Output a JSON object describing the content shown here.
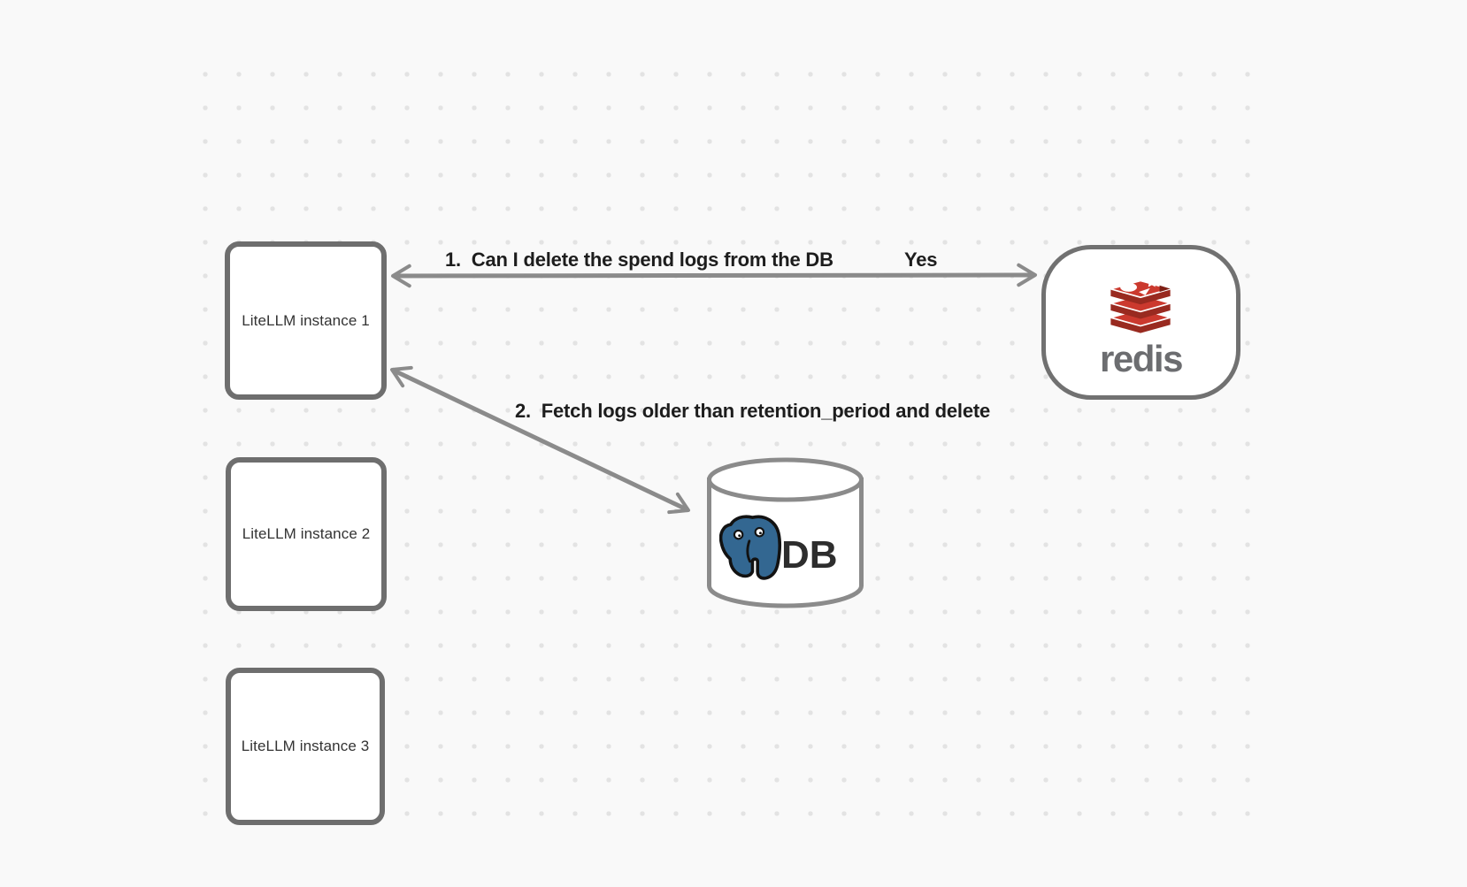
{
  "canvas": {
    "background_color": "#f9f9f9",
    "grid_dot_color": "#e3e3e3"
  },
  "nodes": {
    "instances": [
      {
        "label": "LiteLLM instance 1"
      },
      {
        "label": "LiteLLM instance 2"
      },
      {
        "label": "LiteLLM instance 3"
      }
    ],
    "redis": {
      "label": "redis"
    },
    "db": {
      "label": "DB"
    }
  },
  "edges": {
    "edge1": {
      "label": "1.  Can I delete the spend logs from the DB",
      "response": "Yes",
      "from": "LiteLLM instance 1",
      "to": "redis",
      "arrowheads": "both"
    },
    "edge2": {
      "label": "2.  Fetch logs older than retention_period and delete",
      "from": "LiteLLM instance 1",
      "to": "DB",
      "arrowheads": "both"
    }
  },
  "colors": {
    "box_border": "#6e6e6e",
    "arrow": "#8b8b8b",
    "edge_label_text": "#1d1d1d",
    "redis_red": "#cb392e",
    "redis_dark_red": "#992a20",
    "redis_wordmark_gray": "#6c6d70",
    "postgres_blue": "#336791"
  }
}
